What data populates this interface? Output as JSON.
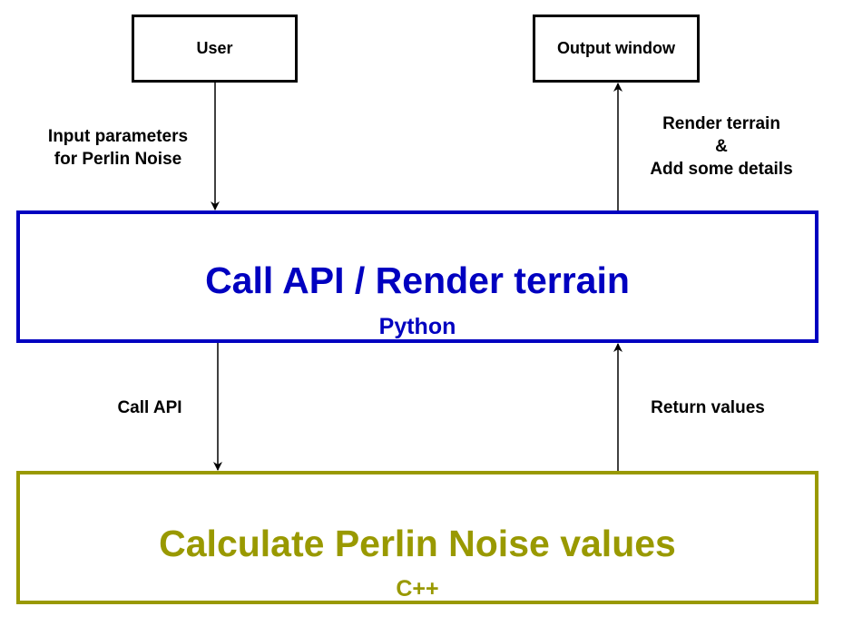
{
  "nodes": {
    "user": "User",
    "output_window": "Output window",
    "python": {
      "title": "Call API / Render terrain",
      "subtitle": "Python"
    },
    "cpp": {
      "title": "Calculate Perlin Noise values",
      "subtitle": "C++"
    }
  },
  "edges": {
    "user_to_python": [
      "Input parameters",
      "for Perlin Noise"
    ],
    "python_to_output": [
      "Render terrain",
      "&",
      "Add some details"
    ],
    "python_to_cpp": "Call API",
    "cpp_to_python": "Return values"
  },
  "colors": {
    "python": "#0000c0",
    "cpp": "#999900",
    "default": "#000000"
  }
}
